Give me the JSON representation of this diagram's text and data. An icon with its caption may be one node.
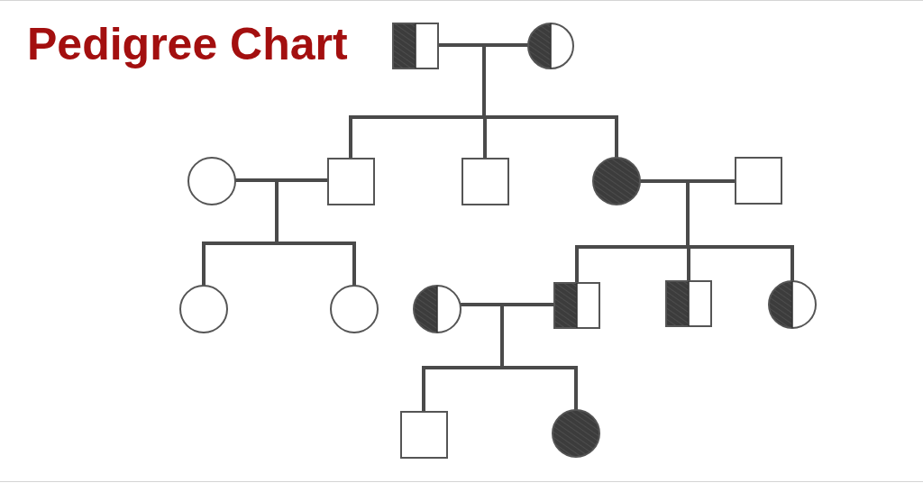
{
  "diagram": {
    "title": "Pedigree Chart",
    "nodes": [
      {
        "text": [],
        "shape": "square"
      },
      {
        "text": [],
        "shape": "circle"
      },
      {
        "text": [],
        "shape": "circle"
      },
      {
        "text": [],
        "shape": "square"
      },
      {
        "text": [],
        "shape": "square"
      },
      {
        "text": [],
        "shape": "circle"
      },
      {
        "text": [],
        "shape": "square"
      },
      {
        "text": [],
        "shape": "circle"
      },
      {
        "text": [],
        "shape": "circle"
      },
      {
        "text": [],
        "shape": "circle"
      },
      {
        "text": [],
        "shape": "square"
      },
      {
        "text": [],
        "shape": "square"
      },
      {
        "text": [],
        "shape": "circle"
      },
      {
        "text": [],
        "shape": "square"
      },
      {
        "text": [],
        "shape": "circle"
      }
    ],
    "edges": [
      {
        "from": 0,
        "to": 1,
        "arrow": "none"
      },
      {
        "from": 0,
        "to": 3,
        "arrow": "none"
      },
      {
        "from": 1,
        "to": 3,
        "arrow": "none"
      },
      {
        "from": 0,
        "to": 4,
        "arrow": "none"
      },
      {
        "from": 1,
        "to": 4,
        "arrow": "none"
      },
      {
        "from": 0,
        "to": 5,
        "arrow": "none"
      },
      {
        "from": 1,
        "to": 5,
        "arrow": "none"
      },
      {
        "from": 2,
        "to": 3,
        "arrow": "none"
      },
      {
        "from": 2,
        "to": 7,
        "arrow": "none"
      },
      {
        "from": 3,
        "to": 7,
        "arrow": "none"
      },
      {
        "from": 2,
        "to": 8,
        "arrow": "none"
      },
      {
        "from": 3,
        "to": 8,
        "arrow": "none"
      },
      {
        "from": 5,
        "to": 6,
        "arrow": "none"
      },
      {
        "from": 5,
        "to": 10,
        "arrow": "none"
      },
      {
        "from": 6,
        "to": 10,
        "arrow": "none"
      },
      {
        "from": 5,
        "to": 11,
        "arrow": "none"
      },
      {
        "from": 6,
        "to": 11,
        "arrow": "none"
      },
      {
        "from": 5,
        "to": 12,
        "arrow": "none"
      },
      {
        "from": 6,
        "to": 12,
        "arrow": "none"
      },
      {
        "from": 9,
        "to": 10,
        "arrow": "none"
      },
      {
        "from": 9,
        "to": 13,
        "arrow": "none"
      },
      {
        "from": 10,
        "to": 13,
        "arrow": "none"
      },
      {
        "from": 9,
        "to": 14,
        "arrow": "none"
      },
      {
        "from": 10,
        "to": 14,
        "arrow": "none"
      }
    ]
  }
}
